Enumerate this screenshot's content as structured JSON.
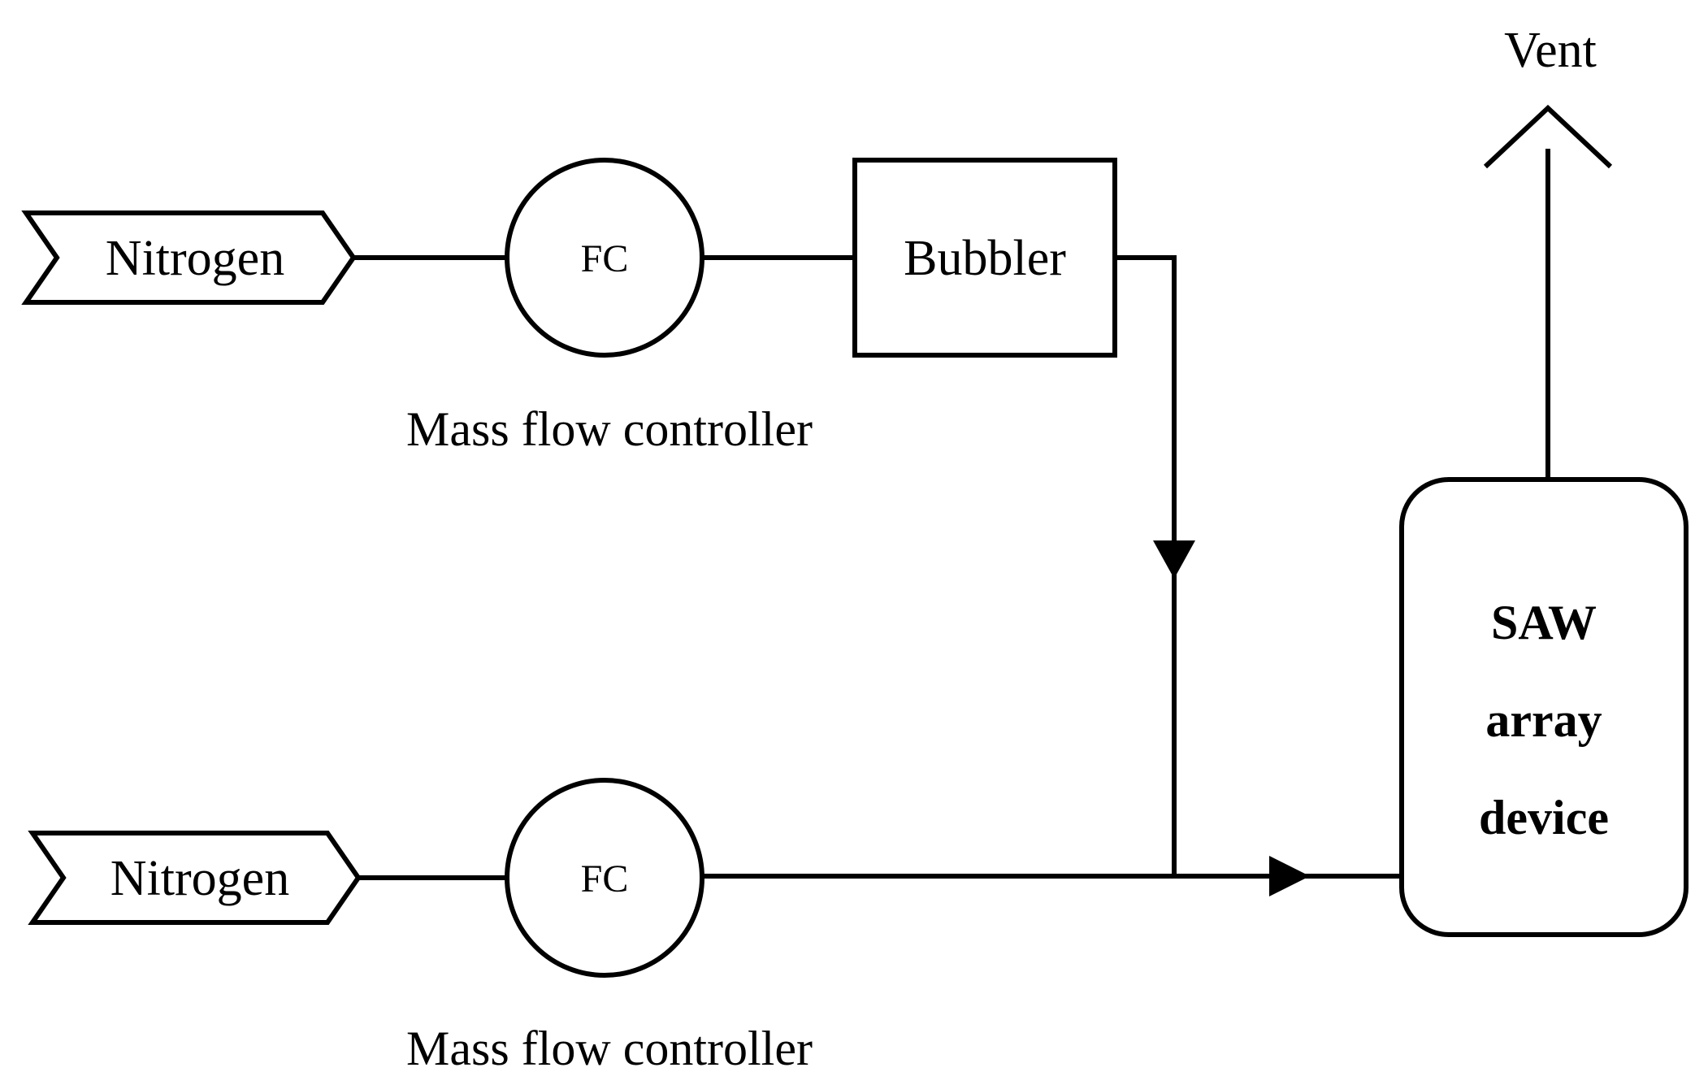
{
  "diagram": {
    "vent_label": "Vent",
    "upper_line": {
      "source_label": "Nitrogen",
      "controller_symbol": "FC",
      "controller_caption": "Mass flow controller",
      "bubbler_label": "Bubbler"
    },
    "lower_line": {
      "source_label": "Nitrogen",
      "controller_symbol": "FC",
      "controller_caption": "Mass flow controller"
    },
    "device": {
      "line1": "SAW",
      "line2": "array",
      "line3": "device"
    }
  }
}
